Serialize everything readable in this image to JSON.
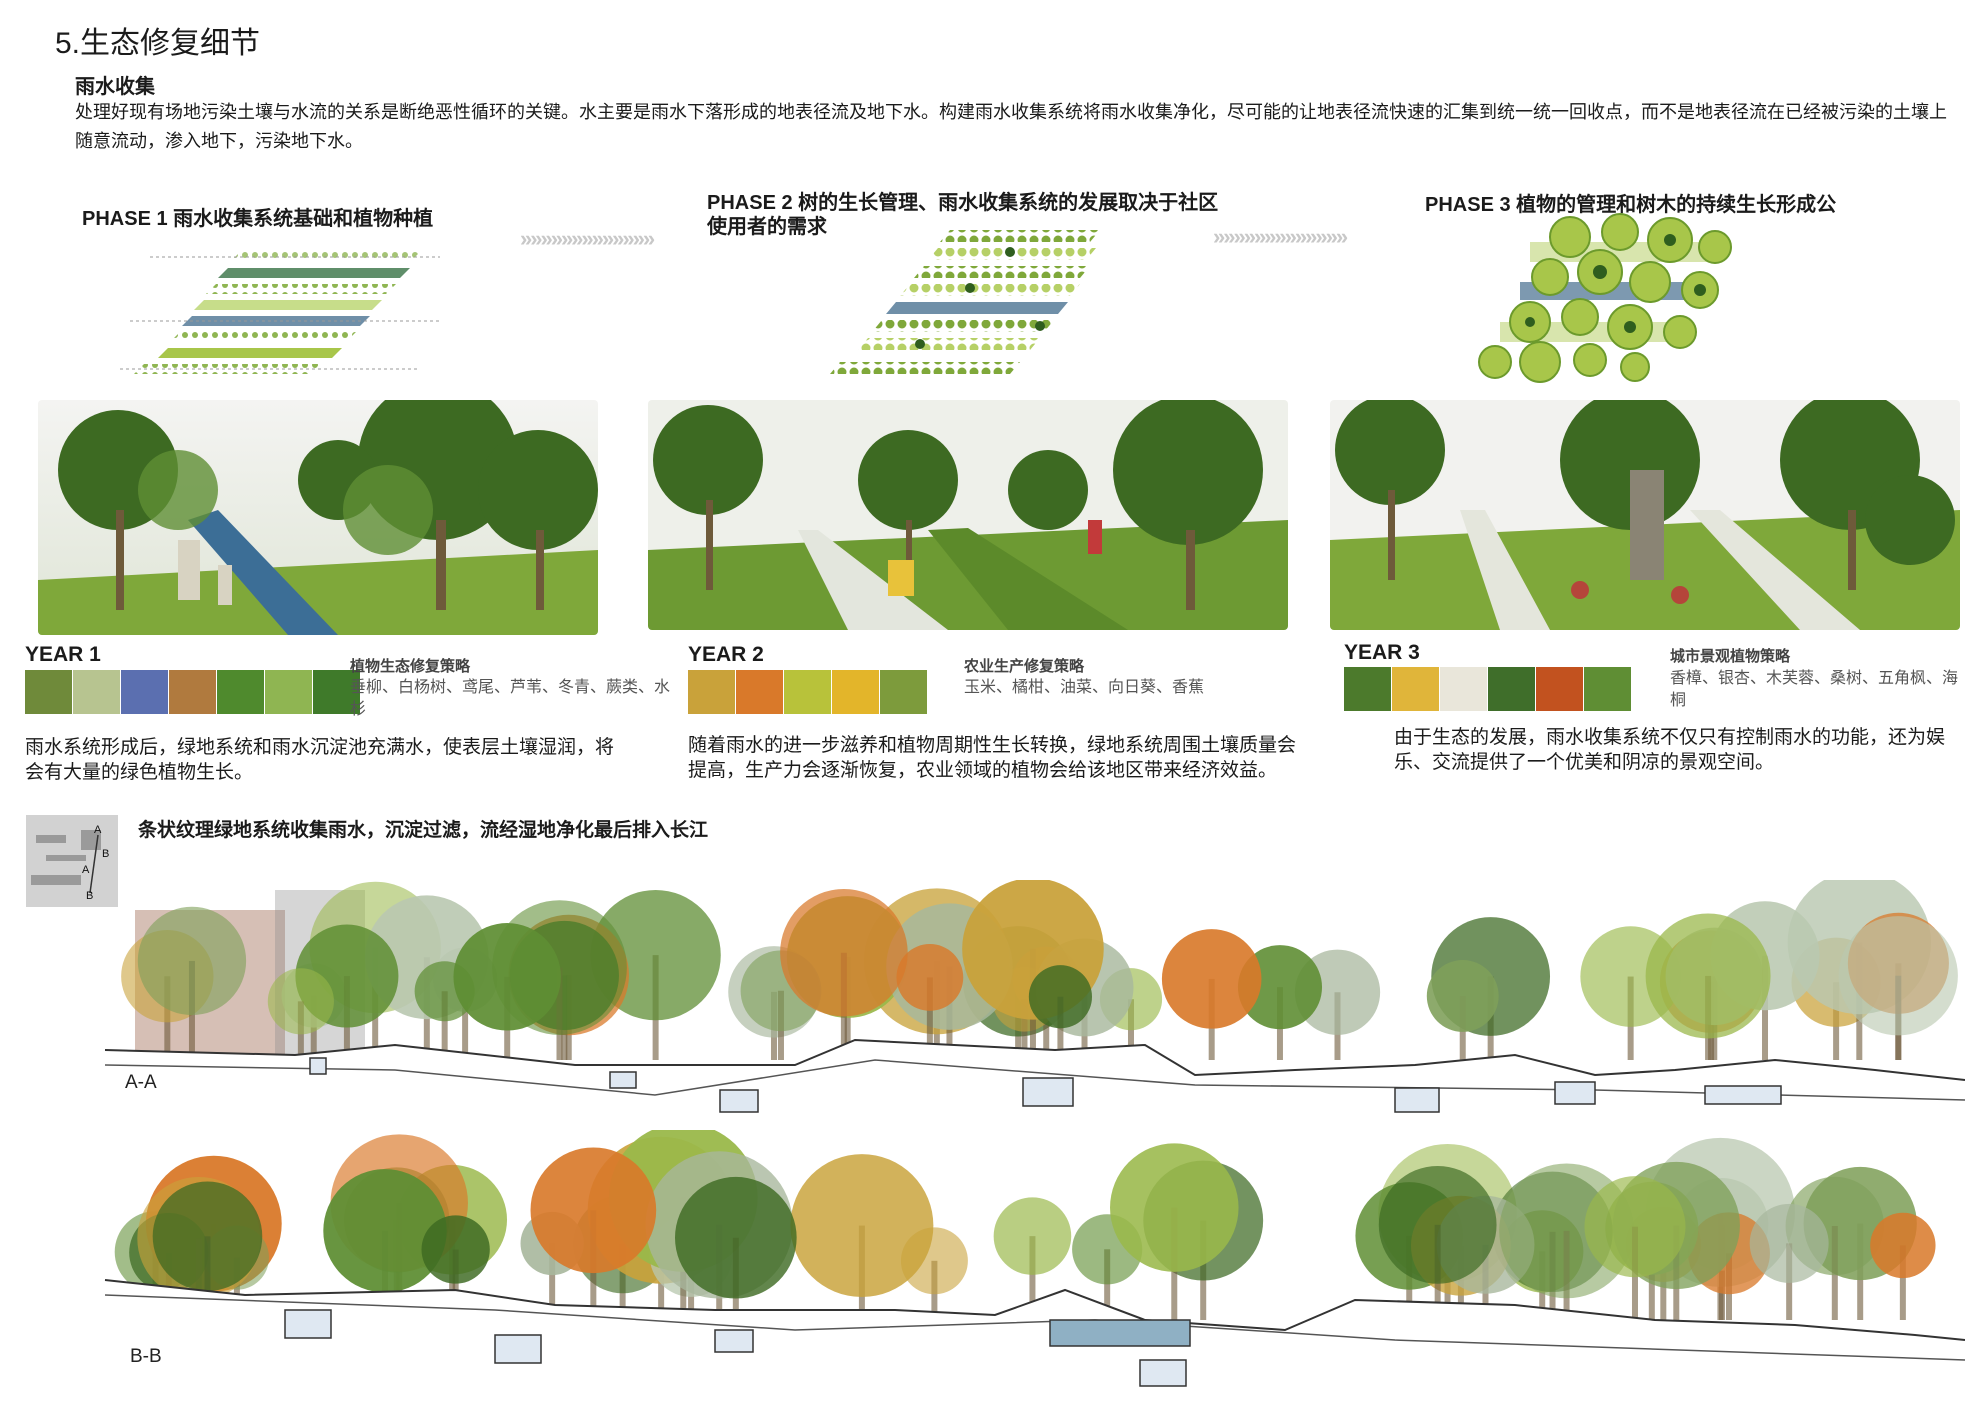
{
  "page_title": "5.生态修复细节",
  "section_title": "雨水收集",
  "intro": "处理好现有场地污染土壤与水流的关系是断绝恶性循环的关键。水主要是雨水下落形成的地表径流及地下水。构建雨水收集系统将雨水收集净化，尽可能的让地表径流快速的汇集到统一统一回收点，而不是地表径流在已经被污染的土壤上随意流动，渗入地下，污染地下水。",
  "phases": [
    {
      "title": "PHASE 1  雨水收集系统基础和植物种植",
      "year": "YEAR 1",
      "strategy_title": "植物生态修复策略",
      "strategy_text": "垂柳、白杨树、鸢尾、芦苇、冬青、蕨类、水杉",
      "description": "雨水系统形成后，绿地系统和雨水沉淀池充满水，使表层土壤湿润，将会有大量的绿色植物生长。",
      "swatches": [
        "#6f8a3a",
        "#b7c490",
        "#5b6fb0",
        "#b07a3e",
        "#4f8a2d",
        "#8fb552",
        "#3f7a2a"
      ]
    },
    {
      "title": "PHASE 2  树的生长管理、雨水收集系统的发展取决于社区使用者的需求",
      "year": "YEAR 2",
      "strategy_title": "农业生产修复策略",
      "strategy_text": "玉米、橘柑、油菜、向日葵、香蕉",
      "description": "随着雨水的进一步滋养和植物周期性生长转换，绿地系统周围土壤质量会提高，生产力会逐渐恢复，农业领域的植物会给该地区带来经济效益。",
      "swatches": [
        "#c9a23a",
        "#d9792a",
        "#b8c23a",
        "#e3b52a",
        "#7d9b3c"
      ]
    },
    {
      "title": "PHASE 3    植物的管理和树木的持续生长形成公",
      "year": "YEAR 3",
      "strategy_title": "城市景观植物策略",
      "strategy_text": "香樟、银杏、木芙蓉、桑树、五角枫、海桐",
      "description": "由于生态的发展，雨水收集系统不仅只有控制雨水的功能，还为娱乐、交流提供了一个优美和阴凉的景观空间。",
      "swatches": [
        "#4c7a2c",
        "#e0b53a",
        "#e9e6da",
        "#3f6e2a",
        "#c2521f",
        "#5f8e34"
      ]
    }
  ],
  "section_caption": "条状纹理绿地系统收集雨水，沉淀过滤，流经湿地净化最后排入长江",
  "keymap": {
    "labels": [
      "A",
      "B",
      "A",
      "B"
    ]
  },
  "sections": [
    {
      "label": "A-A"
    },
    {
      "label": "B-B"
    }
  ],
  "colors": {
    "lime": "#a8c64a",
    "green": "#6c9a2c",
    "dark": "#2f5e1e",
    "water": "#6f8fa8",
    "chevron": "#c8c8c8"
  }
}
